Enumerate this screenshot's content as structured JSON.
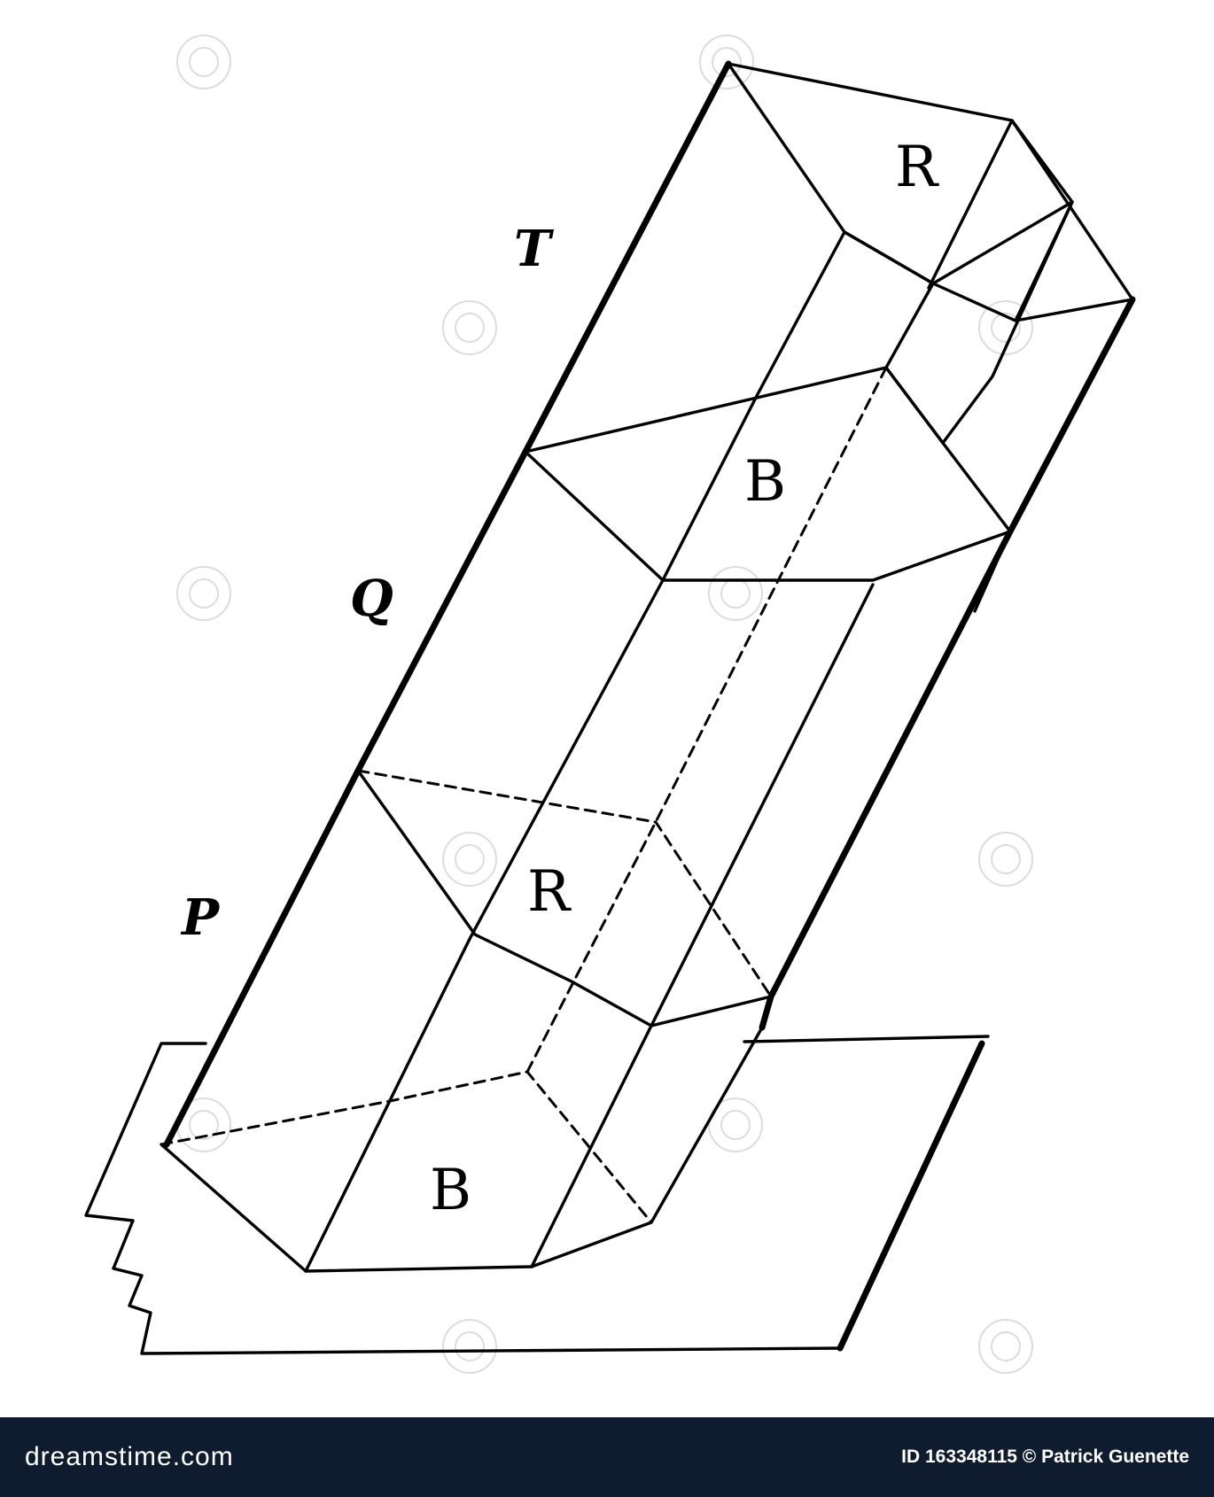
{
  "figure": {
    "labels": {
      "edge_top": "T",
      "edge_middle": "Q",
      "edge_lower": "P",
      "face_top": "R",
      "face_upper": "B",
      "face_lower": "R",
      "face_bottom": "B"
    }
  },
  "footer": {
    "brand": "dreamstime.com",
    "credit": "ID 163348115 © Patrick Guenette"
  },
  "colors": {
    "footer_background": "#0f1b2e",
    "line": "#000000"
  }
}
